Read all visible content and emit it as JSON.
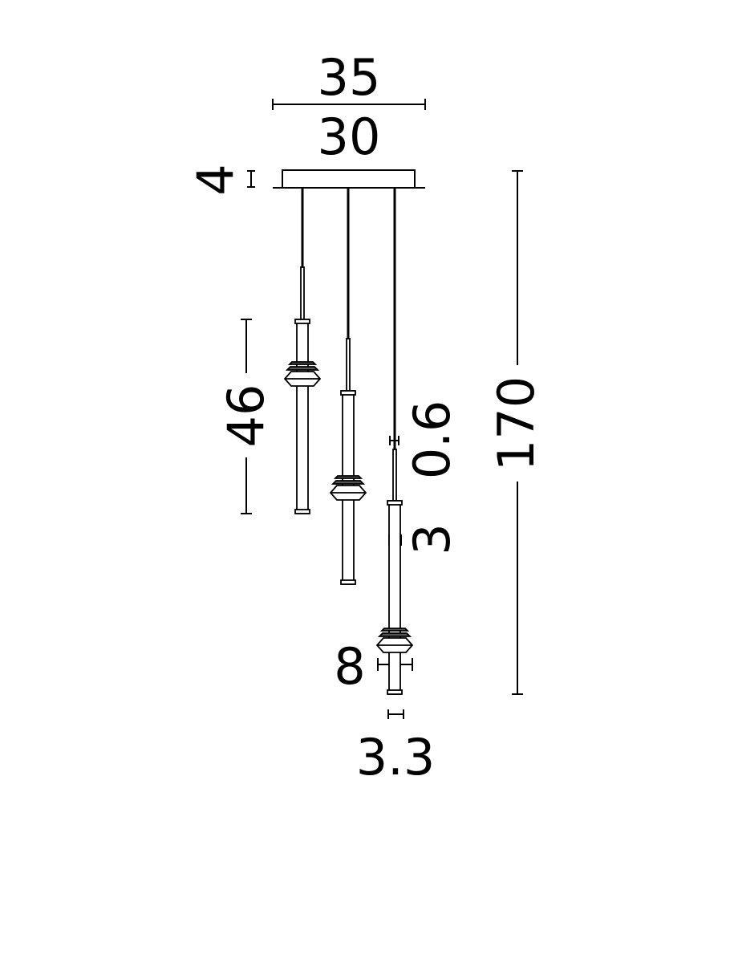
{
  "diagram": {
    "unit_note": "",
    "dimensions": {
      "canopy_length": "35",
      "canopy_width": "30",
      "canopy_height": "4",
      "shade_length": "46",
      "total_height": "170",
      "rod_diameter": "0.6",
      "tube_diameter": "3",
      "ring_diameter": "8",
      "bottom_diameter": "3.3"
    },
    "colors": {
      "line": "#000000",
      "background": "#ffffff"
    }
  }
}
